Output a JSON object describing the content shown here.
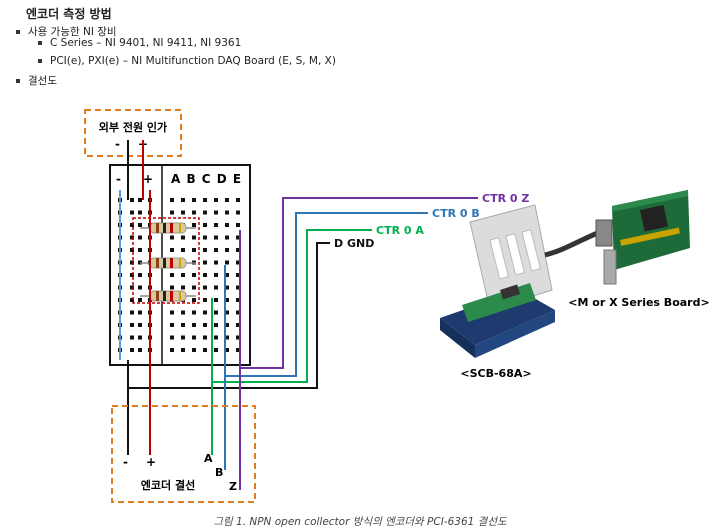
{
  "title": "엔코더 측정 방법",
  "bullets": {
    "devices_label": "사용 가능한 NI 장비",
    "device_1": "C Series – NI 9401, NI 9411, NI 9361",
    "device_2": "PCI(e), PXI(e) – NI Multifunction DAQ Board (E, S, M, X)",
    "wiring_label": "결선도"
  },
  "diagram": {
    "power_box_label": "외부 전원 인가",
    "power_minus": "-",
    "power_plus": "+",
    "board_minus": "-",
    "board_plus": "+",
    "board_columns": "A B C D E",
    "signals": {
      "ctr0z": "CTR 0 Z",
      "ctr0b": "CTR 0 B",
      "ctr0a": "CTR 0 A",
      "dgnd": "D GND"
    },
    "scb_label": "<SCB-68A>",
    "series_board_label": "<M or X Series Board>",
    "encoder_box_label": "엔코더 결선",
    "enc_minus": "-",
    "enc_plus": "+",
    "enc_a": "A",
    "enc_b": "B",
    "enc_z": "Z",
    "colors": {
      "orange_dash": "#e07b20",
      "ctr0z": "#7030a0",
      "ctr0b": "#2e75b6",
      "ctr0a": "#00b050",
      "dgnd": "#111111",
      "plus_wire": "#c00000",
      "minus_wire_blue": "#5b9bd5"
    }
  },
  "caption": "그림 1. NPN open collector 방식의 엔코더와 PCI-6361 결선도"
}
